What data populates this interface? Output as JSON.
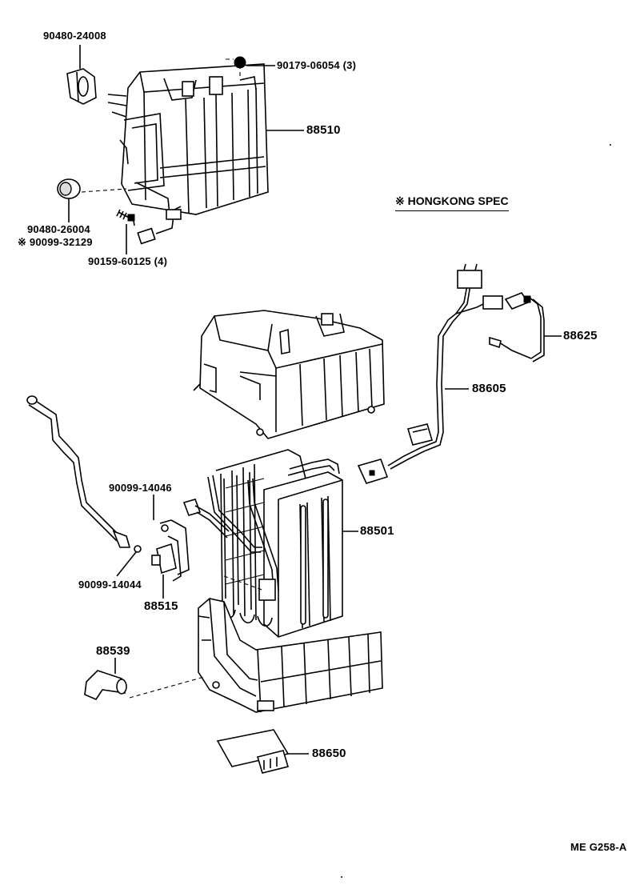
{
  "labels": {
    "p_90480_24008": "90480-24008",
    "p_90179_06054": "90179-06054 (3)",
    "p_88510": "88510",
    "p_90480_26004": "90480-26004",
    "p_90099_32129": "※ 90099-32129",
    "p_90159_60125": "90159-60125 (4)",
    "p_88625": "88625",
    "p_88605": "88605",
    "p_90099_14046": "90099-14046",
    "p_88501": "88501",
    "p_90099_14044": "90099-14044",
    "p_88515": "88515",
    "p_88539": "88539",
    "p_88650": "88650"
  },
  "spec_note": "※ HONGKONG SPEC",
  "figure_code": "ME G258-A"
}
